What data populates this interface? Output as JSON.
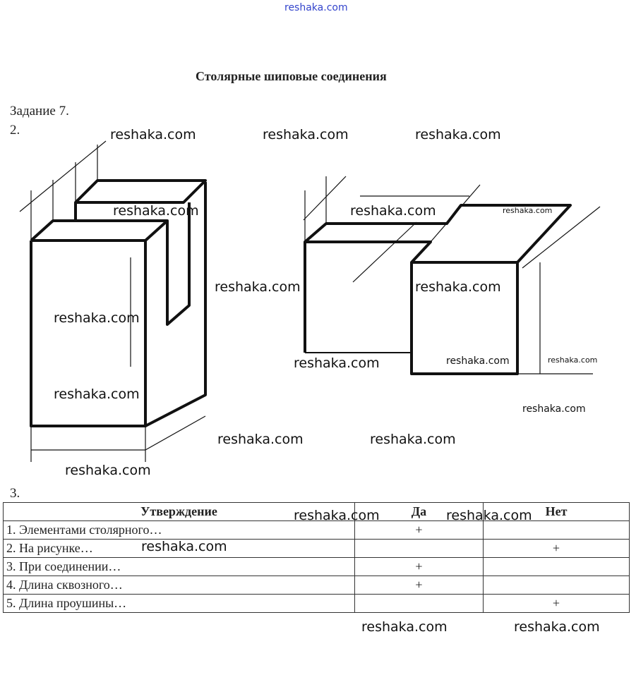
{
  "header_watermark": "reshaka.com",
  "title": "Столярные шиповые соединения",
  "task": "Задание 7.",
  "section2": "2.",
  "section3": "3.",
  "watermark": "reshaka.com",
  "table": {
    "headers": [
      "Утверждение",
      "Да",
      "Нет"
    ],
    "rows": [
      {
        "text": "1. Элементами столярного…",
        "yes": "+",
        "no": ""
      },
      {
        "text": "2. На рисунке…",
        "yes": "",
        "no": "+"
      },
      {
        "text": "3. При соединении…",
        "yes": "+",
        "no": ""
      },
      {
        "text": "4. Длина сквозного…",
        "yes": "+",
        "no": ""
      },
      {
        "text": "5. Длина проушины…",
        "yes": "",
        "no": "+"
      }
    ]
  }
}
